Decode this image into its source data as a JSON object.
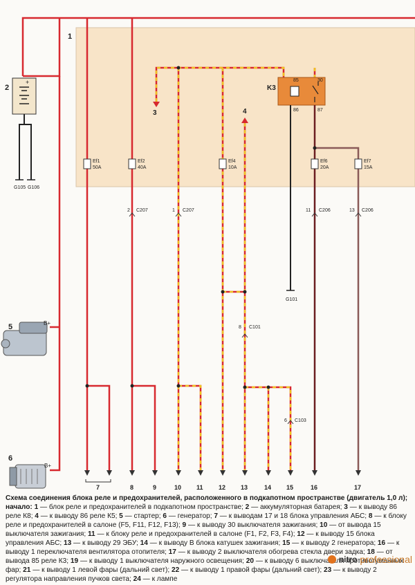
{
  "diagram": {
    "block_label": "1",
    "battery_label": "2",
    "battery_plus": "+",
    "ground_left": "G105",
    "ground_right": "G106",
    "starter_label": "5",
    "starter_terminal": "B+",
    "generator_label": "6",
    "generator_terminal": "B+",
    "relay_label": "K3",
    "relay_pins": [
      "85",
      "30",
      "86",
      "87"
    ],
    "ground_relay": "G101",
    "arrow_labels": [
      "3",
      "4"
    ],
    "fuses": [
      {
        "name": "Ef1",
        "rating": "50A"
      },
      {
        "name": "Ef2",
        "rating": "40A"
      },
      {
        "name": "Ef4",
        "rating": "10A"
      },
      {
        "name": "Ef6",
        "rating": "20A"
      },
      {
        "name": "Ef7",
        "rating": "15A"
      }
    ],
    "connectors": [
      {
        "pin": "2",
        "name": "C207"
      },
      {
        "pin": "1",
        "name": "C207"
      },
      {
        "pin": "11",
        "name": "C206"
      },
      {
        "pin": "13",
        "name": "C206"
      },
      {
        "pin": "8",
        "name": "C101"
      },
      {
        "pin": "6",
        "name": "C103"
      }
    ],
    "bottom_numbers": [
      "7",
      "8",
      "9",
      "10",
      "11",
      "12",
      "13",
      "14",
      "15",
      "16",
      "17"
    ],
    "colors": {
      "red": "#d7282f",
      "dashed_red_yellow": "#e0a400",
      "dark_red": "#6b1d20",
      "block_fill": "#f8e4c8",
      "relay_fill": "#e88a3a",
      "wire_dark": "#222222",
      "wire_grayred": "#8a5a58"
    }
  },
  "caption": {
    "title": "Схема соединения блока реле и предохранителей, расположенного в подкапотном пространстве (двигатель 1,0 л); начало:",
    "items": [
      {
        "n": "1",
        "text": "блок реле и предохранителей в подкапотном пространстве;"
      },
      {
        "n": "2",
        "text": "аккумуляторная батарея;"
      },
      {
        "n": "3",
        "text": "к выводу 86 реле К8;"
      },
      {
        "n": "4",
        "text": "к выводу 86 реле К5;"
      },
      {
        "n": "5",
        "text": "стартер;"
      },
      {
        "n": "6",
        "text": "генератор;"
      },
      {
        "n": "7",
        "text": "к выводам 17 и 18 блока управления АБС;"
      },
      {
        "n": "8",
        "text": "к блоку реле и предохранителей в салоне (F5, F11, F12, F13);"
      },
      {
        "n": "9",
        "text": "к выводу 30 выключателя зажигания;"
      },
      {
        "n": "10",
        "text": "от вывода 15 выключателя зажигания;"
      },
      {
        "n": "11",
        "text": "к блоку реле и предохранителей в салоне (F1, F2, F3, F4);"
      },
      {
        "n": "12",
        "text": "к выводу 15 блока управления АБС;"
      },
      {
        "n": "13",
        "text": "к выводу 29 ЭБУ;"
      },
      {
        "n": "14",
        "text": "к выводу В блока катушек зажигания;"
      },
      {
        "n": "15",
        "text": "к выводу 2 генератора;"
      },
      {
        "n": "16",
        "text": "к выводу 1 переключателя вентилятора отопителя;"
      },
      {
        "n": "17",
        "text": "к выводу 2 выключателя обогрева стекла двери задка;"
      },
      {
        "n": "18",
        "text": "от вывода 85 реле К3;"
      },
      {
        "n": "19",
        "text": "к выводу 1 выключателя наружного освещения;"
      },
      {
        "n": "20",
        "text": "к выводу 6 выключателя противотуманных фар;"
      },
      {
        "n": "21",
        "text": "к выводу 1 левой фары (дальний свет);"
      },
      {
        "n": "22",
        "text": "к выводу 1 правой фары (дальний свет);"
      },
      {
        "n": "23",
        "text": "к выводу 2 регулятора направления пучков света;"
      },
      {
        "n": "24",
        "text": "к лампе"
      }
    ]
  },
  "brand": {
    "name": "nitro",
    "suffix": "professional"
  }
}
